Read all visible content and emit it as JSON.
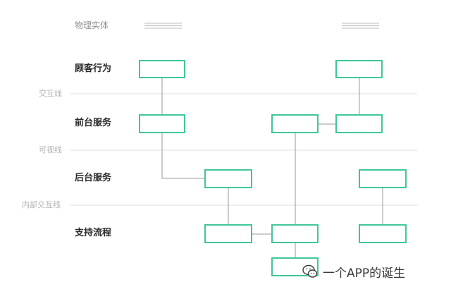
{
  "header": {
    "physical_evidence_label": "物理实体"
  },
  "rows": {
    "customer_actions": "顾客行为",
    "frontstage": "前台服务",
    "backstage": "后台服务",
    "support": "支持流程"
  },
  "lines": {
    "interaction": "交互线",
    "visibility": "可视线",
    "internal_interaction": "内部交互线"
  },
  "watermark": {
    "text": "一个APP的诞生",
    "icon": "wechat-icon"
  },
  "colors": {
    "box_stroke": "#3fc79a",
    "connector": "#9a9a9a",
    "divider": "#dcdcdc",
    "placeholder_lines": "#bdbdbd"
  }
}
